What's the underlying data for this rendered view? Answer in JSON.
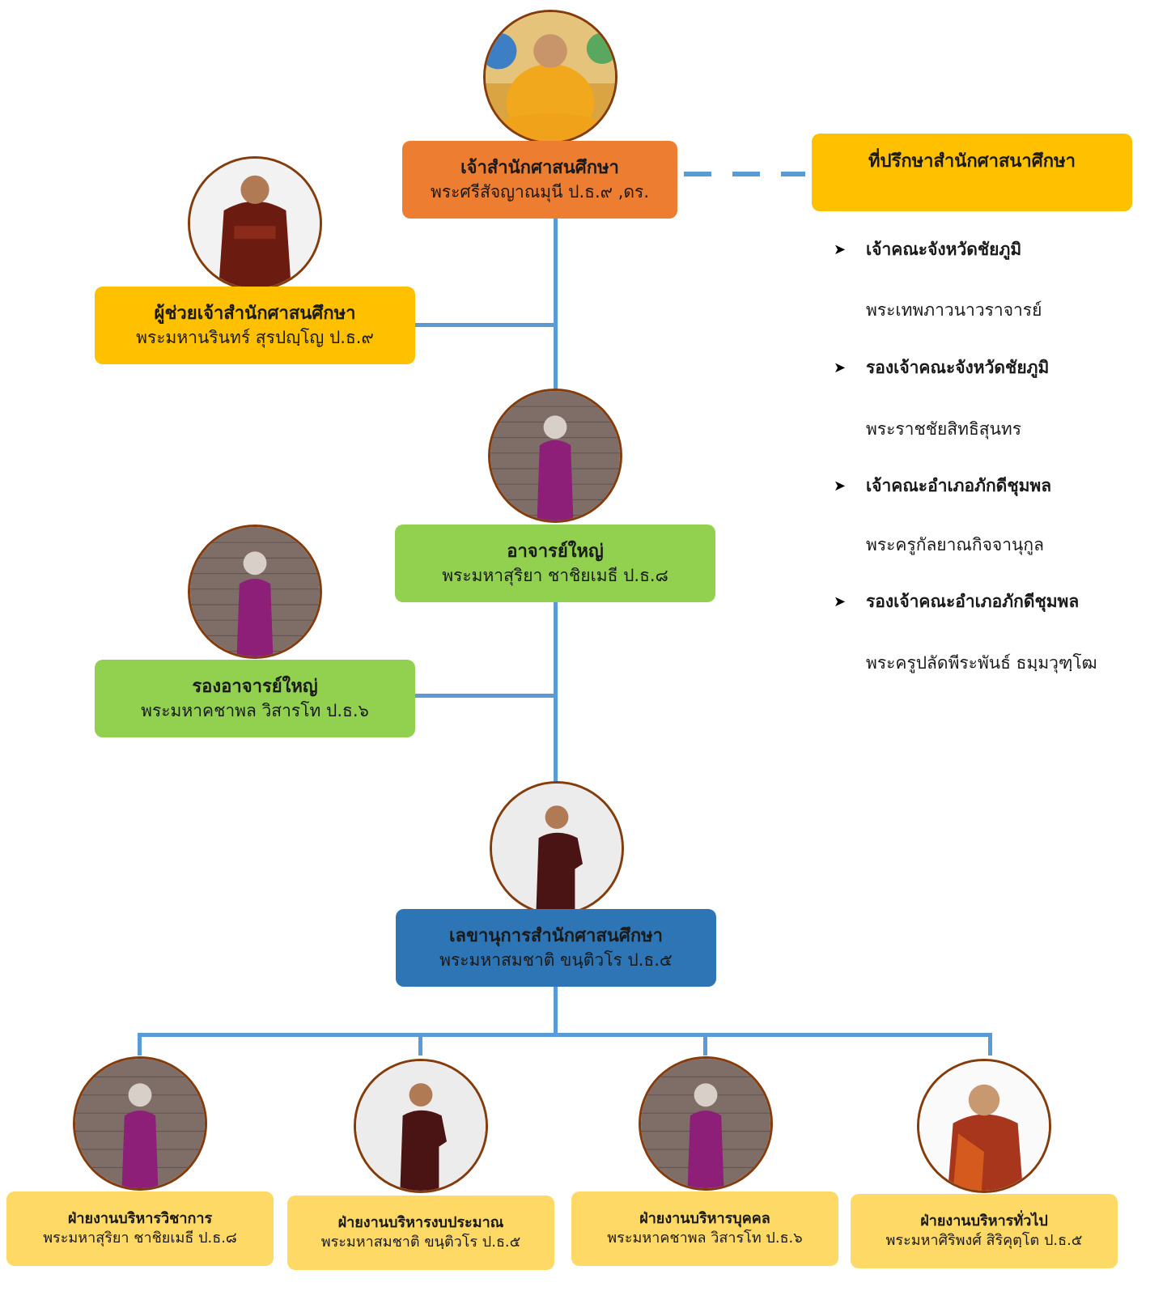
{
  "director": {
    "title": "เจ้าสำนักศาสนศึกษา",
    "name": "พระศรีสัจญาณมุนี ป.ธ.๙ ,ดร."
  },
  "advisor_box": {
    "title": "ที่ปรึกษาสำนักศาสนาศึกษา"
  },
  "advisors": [
    {
      "title": "เจ้าคณะจังหวัดชัยภูมิ",
      "name": "พระเทพภาวนาวราจารย์"
    },
    {
      "title": "รองเจ้าคณะจังหวัดชัยภูมิ",
      "name": "พระราชชัยสิทธิสุนทร"
    },
    {
      "title": "เจ้าคณะอำเภอภักดีชุมพล",
      "name": "พระครูกัลยาณกิจจานุกูล"
    },
    {
      "title": "รองเจ้าคณะอำเภอภักดีชุมพล",
      "name": "พระครูปลัดพีระพันธ์ ธมฺมวุฑฺโฒ"
    }
  ],
  "assistant": {
    "title": "ผู้ช่วยเจ้าสำนักศาสนศึกษา",
    "name": "พระมหานรินทร์ สุรปญฺโญ ป.ธ.๙"
  },
  "head_teacher": {
    "title": "อาจารย์ใหญ่",
    "name": "พระมหาสุริยา ชาชิยเมธี ป.ธ.๘"
  },
  "deputy_head": {
    "title": "รองอาจารย์ใหญ่",
    "name": "พระมหาคชาพล วิสารโท ป.ธ.๖"
  },
  "secretary": {
    "title": "เลขานุการสำนักศาสนศึกษา",
    "name": "พระมหาสมชาติ ขนฺติวโร ป.ธ.๕"
  },
  "departments": [
    {
      "title": "ฝ่ายงานบริหารวิชาการ",
      "name": "พระมหาสุริยา ชาชิยเมธี ป.ธ.๘"
    },
    {
      "title": "ฝ่ายงานบริหารงบประมาณ",
      "name": "พระมหาสมชาติ ขนฺติวโร ป.ธ.๕"
    },
    {
      "title": "ฝ่ายงานบริหารบุคคล",
      "name": "พระมหาคชาพล วิสารโท ป.ธ.๖"
    },
    {
      "title": "ฝ่ายงานบริหารทั่วไป",
      "name": "พระมหาศิริพงศ์ สิริคุตฺโต ป.ธ.๕"
    }
  ],
  "colors": {
    "connector": "#5b9bd5",
    "director_box": "#ed7d31",
    "advisor_box": "#ffc000",
    "assistant_box": "#ffc000",
    "teacher_box": "#92d050",
    "secretary_box": "#2e75b6",
    "department_box": "#ffd966",
    "photo_border": "#843c0c"
  }
}
